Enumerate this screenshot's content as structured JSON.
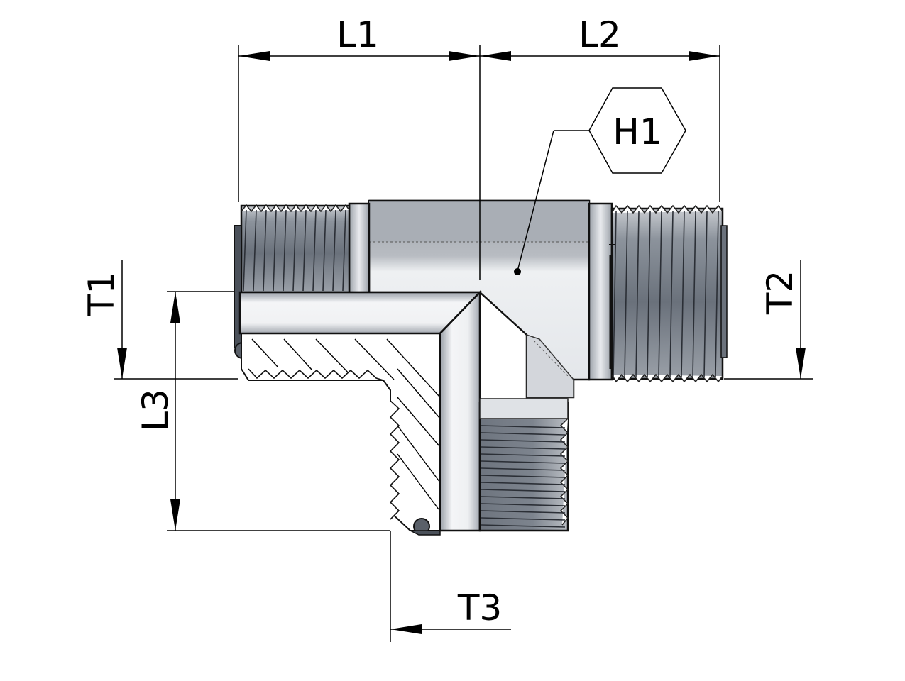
{
  "labels": {
    "l1": "L1",
    "l2": "L2",
    "l3": "L3",
    "t1": "T1",
    "t2": "T2",
    "t3": "T3",
    "h1": "H1"
  },
  "colors": {
    "thread_dark": "#5e6672",
    "thread_mid": "#8a919b",
    "body_light": "#e4e7eb",
    "body_mid": "#b8bcc3",
    "bore_light": "#eef0f3",
    "line": "#000000"
  }
}
